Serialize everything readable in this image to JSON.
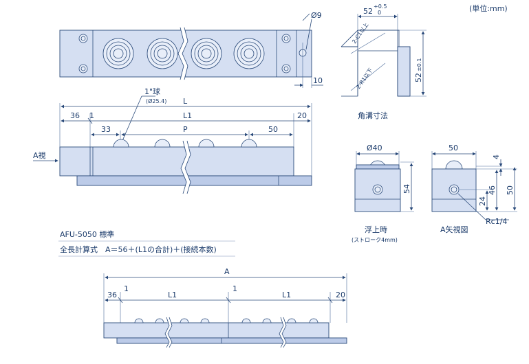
{
  "unit_label": "(単位:mm)",
  "top_view": {
    "hole_dia": "Ø9",
    "edge_offset": "10"
  },
  "side_view": {
    "ball_label": "1\"球",
    "ball_dia": "(Ø25.4)",
    "overall_length": "L",
    "left_margin": "36",
    "gap": "1",
    "inner_length": "L1",
    "end_margin": "20",
    "first_pitch": "33",
    "pitch": "P",
    "last_pitch": "50",
    "view_label": "A視"
  },
  "groove": {
    "width": "52",
    "width_tol_upper": "+0.5",
    "width_tol_lower": "0",
    "chamfer_top": "2-C1以上",
    "chamfer_bottom": "2-R1以下",
    "depth": "52",
    "depth_tol": "±0.1",
    "caption": "角溝寸法"
  },
  "float_view": {
    "ball_dia": "Ø40",
    "height": "54",
    "caption": "浮上時",
    "subcaption": "(ストローク4mm)"
  },
  "end_view": {
    "width": "50",
    "dim_4": "4",
    "dim_46": "46",
    "dim_50": "50",
    "dim_24": "24",
    "port": "Rc1/4",
    "caption": "A矢視図"
  },
  "standard": {
    "model": "AFU-5050 標準",
    "formula": "全長計算式　A＝56＋(L1の合計)＋(接続本数)"
  },
  "bottom_view": {
    "overall": "A",
    "left_margin": "36",
    "gap1": "1",
    "len1": "L1",
    "gap2": "1",
    "len2": "L1",
    "end_margin": "20"
  }
}
